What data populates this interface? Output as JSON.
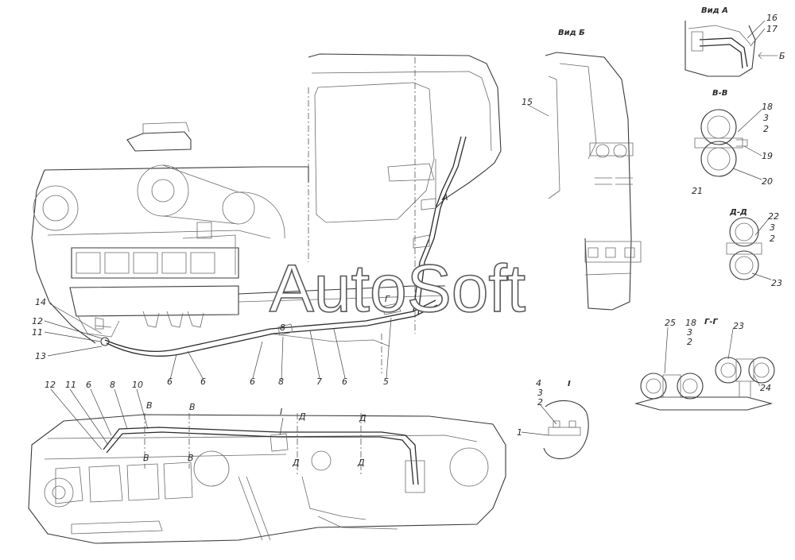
{
  "watermark": "AutoSoft",
  "views": {
    "view_a": "Вид А",
    "view_b": "Вид Б",
    "section_vv": "В-В",
    "section_dd": "Д-Д",
    "section_gg": "Г-Г",
    "detail_i": "I"
  },
  "callouts": {
    "main": [
      "14",
      "12",
      "11",
      "13",
      "6",
      "6",
      "8",
      "7",
      "6",
      "5",
      "6",
      "8",
      "Г",
      "А"
    ],
    "lower": [
      "12",
      "11",
      "6",
      "8",
      "10",
      "В",
      "В",
      "I",
      "Д",
      "Д",
      "В",
      "В",
      "Д",
      "Д"
    ],
    "view_a": [
      "16",
      "17",
      "Б"
    ],
    "view_b": [
      "15"
    ],
    "section_vv": [
      "18",
      "3",
      "2",
      "19",
      "20",
      "21"
    ],
    "section_dd": [
      "22",
      "3",
      "2",
      "23"
    ],
    "section_gg": [
      "25",
      "18",
      "3",
      "2",
      "23",
      "24"
    ],
    "detail_i": [
      "4",
      "3",
      "2",
      "1"
    ]
  }
}
